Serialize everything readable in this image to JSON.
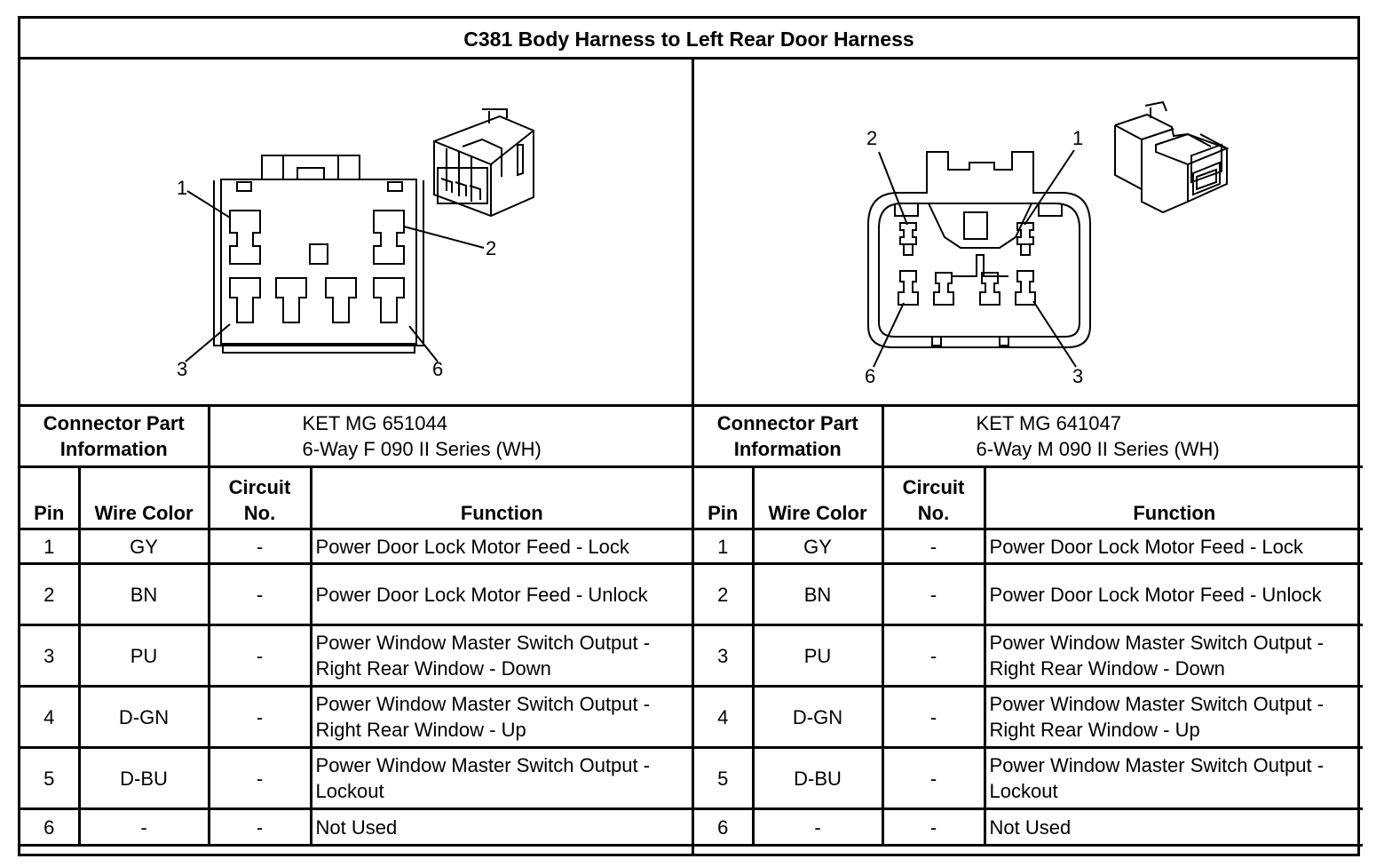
{
  "title": "C381 Body Harness to Left Rear Door Harness",
  "left": {
    "pin_labels": [
      "1",
      "2",
      "3",
      "6"
    ],
    "connector_info_label_line1": "Connector Part",
    "connector_info_label_line2": "Information",
    "part_line1": "KET MG 651044",
    "part_line2": "6-Way F 090 II Series (WH)",
    "columns": {
      "pin": "Pin",
      "wire": "Wire Color",
      "circuit_line1": "Circuit",
      "circuit_line2": "No.",
      "function": "Function"
    },
    "rows": [
      {
        "pin": "1",
        "wire": "GY",
        "circuit": "-",
        "function": "Power Door Lock Motor Feed - Lock"
      },
      {
        "pin": "2",
        "wire": "BN",
        "circuit": "-",
        "function": "Power Door Lock Motor Feed - Unlock"
      },
      {
        "pin": "3",
        "wire": "PU",
        "circuit": "-",
        "function": "Power Window Master Switch Output - Right Rear Window - Down"
      },
      {
        "pin": "4",
        "wire": "D-GN",
        "circuit": "-",
        "function": "Power Window Master Switch Output - Right Rear Window - Up"
      },
      {
        "pin": "5",
        "wire": "D-BU",
        "circuit": "-",
        "function": "Power Window Master Switch Output - Lockout"
      },
      {
        "pin": "6",
        "wire": "-",
        "circuit": "-",
        "function": "Not Used"
      }
    ]
  },
  "right": {
    "pin_labels": [
      "2",
      "1",
      "6",
      "3"
    ],
    "connector_info_label_line1": "Connector Part",
    "connector_info_label_line2": "Information",
    "part_line1": "KET MG 641047",
    "part_line2": "6-Way M 090 II Series (WH)",
    "columns": {
      "pin": "Pin",
      "wire": "Wire Color",
      "circuit_line1": "Circuit",
      "circuit_line2": "No.",
      "function": "Function"
    },
    "rows": [
      {
        "pin": "1",
        "wire": "GY",
        "circuit": "-",
        "function": "Power Door Lock Motor Feed - Lock"
      },
      {
        "pin": "2",
        "wire": "BN",
        "circuit": "-",
        "function": "Power Door Lock Motor Feed - Unlock"
      },
      {
        "pin": "3",
        "wire": "PU",
        "circuit": "-",
        "function": "Power Window Master Switch Output - Right Rear Window - Down"
      },
      {
        "pin": "4",
        "wire": "D-GN",
        "circuit": "-",
        "function": "Power Window Master Switch Output - Right Rear Window - Up"
      },
      {
        "pin": "5",
        "wire": "D-BU",
        "circuit": "-",
        "function": "Power Window Master Switch Output - Lockout"
      },
      {
        "pin": "6",
        "wire": "-",
        "circuit": "-",
        "function": "Not Used"
      }
    ]
  }
}
